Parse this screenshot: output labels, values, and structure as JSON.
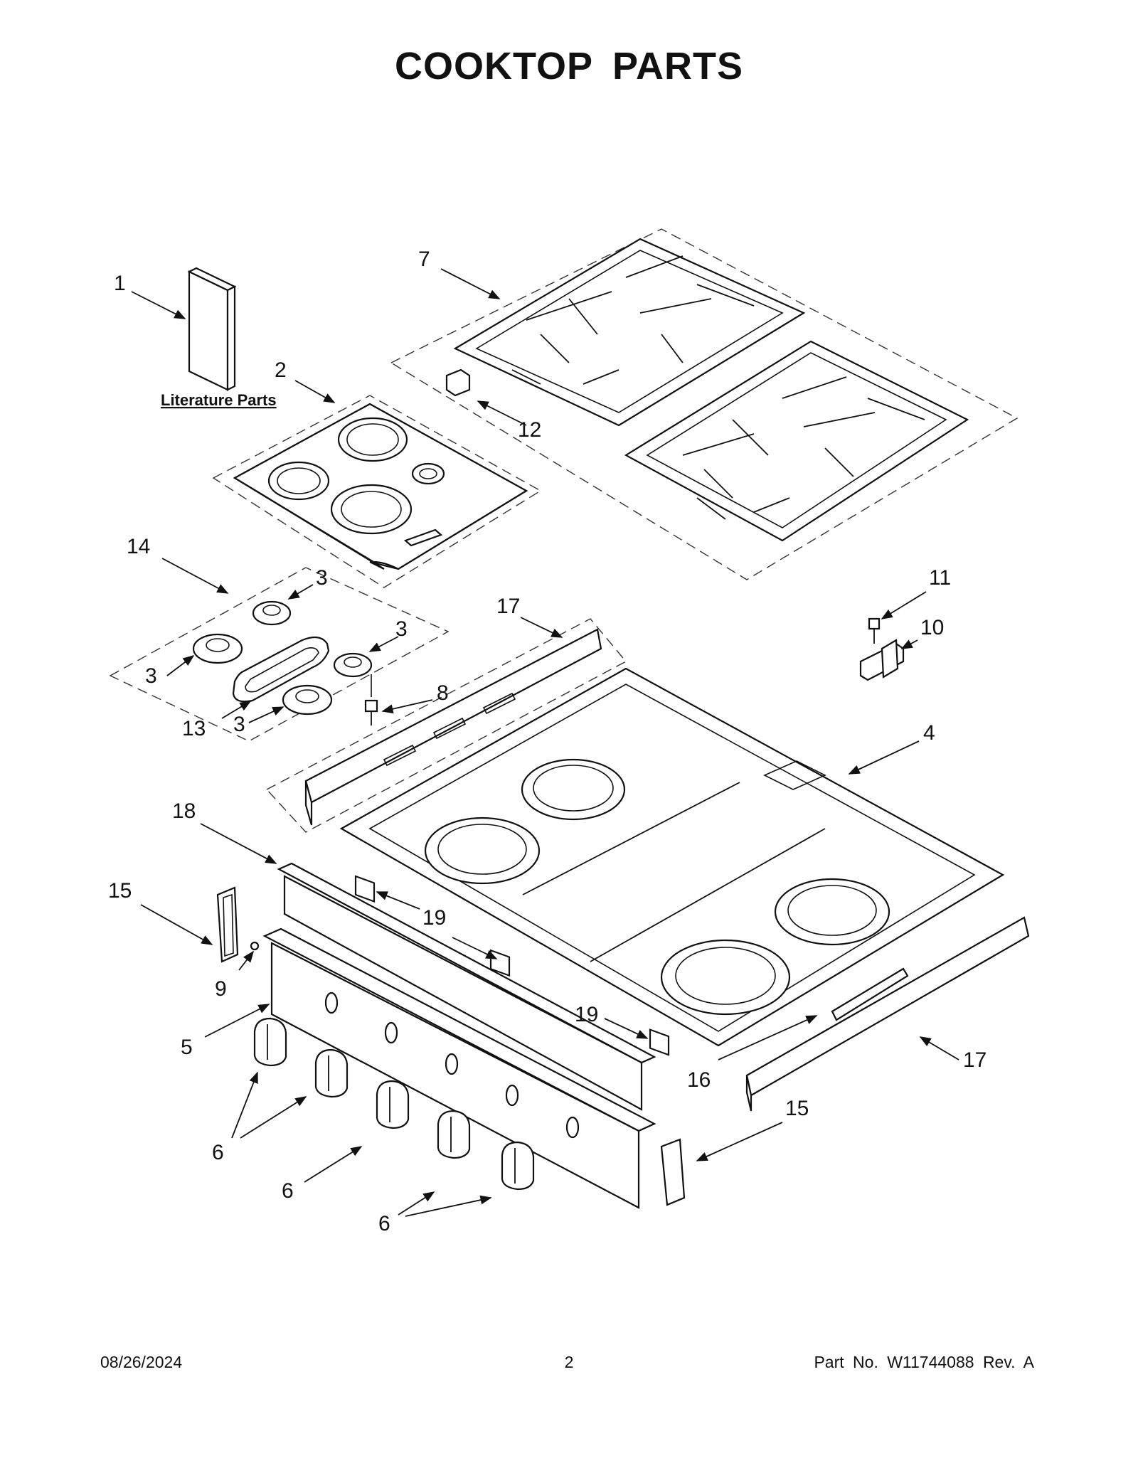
{
  "title": "COOKTOP PARTS",
  "literature_label": "Literature Parts",
  "callouts": [
    {
      "id": "c1",
      "label": "1"
    },
    {
      "id": "c2",
      "label": "2"
    },
    {
      "id": "c3a",
      "label": "3"
    },
    {
      "id": "c3b",
      "label": "3"
    },
    {
      "id": "c3c",
      "label": "3"
    },
    {
      "id": "c3d",
      "label": "3"
    },
    {
      "id": "c4",
      "label": "4"
    },
    {
      "id": "c5",
      "label": "5"
    },
    {
      "id": "c6a",
      "label": "6"
    },
    {
      "id": "c6b",
      "label": "6"
    },
    {
      "id": "c6c",
      "label": "6"
    },
    {
      "id": "c7",
      "label": "7"
    },
    {
      "id": "c8",
      "label": "8"
    },
    {
      "id": "c9",
      "label": "9"
    },
    {
      "id": "c10",
      "label": "10"
    },
    {
      "id": "c11",
      "label": "11"
    },
    {
      "id": "c12",
      "label": "12"
    },
    {
      "id": "c13",
      "label": "13"
    },
    {
      "id": "c14",
      "label": "14"
    },
    {
      "id": "c15a",
      "label": "15"
    },
    {
      "id": "c15b",
      "label": "15"
    },
    {
      "id": "c16",
      "label": "16"
    },
    {
      "id": "c17a",
      "label": "17"
    },
    {
      "id": "c17b",
      "label": "17"
    },
    {
      "id": "c18",
      "label": "18"
    },
    {
      "id": "c19a",
      "label": "19"
    },
    {
      "id": "c19b",
      "label": "19"
    }
  ],
  "footer": {
    "date": "08/26/2024",
    "page": "2",
    "part_number": "Part No.  W11744088  Rev.  A"
  }
}
